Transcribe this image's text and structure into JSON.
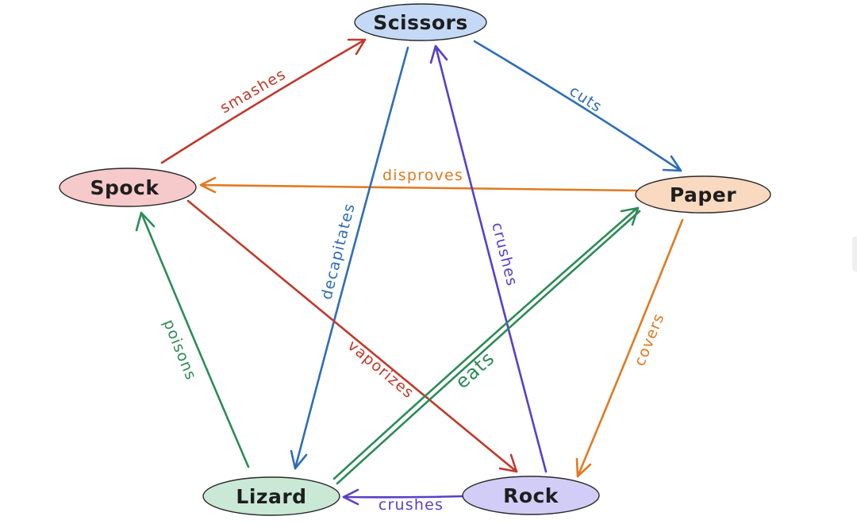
{
  "colors": {
    "red": "#c0392b",
    "blue": "#2f6db5",
    "purple": "#5a3fc8",
    "orange": "#e07a22",
    "green": "#2e8b57",
    "node_scissors": "#c4d9f5",
    "node_paper": "#f9d9bf",
    "node_spock": "#f6caca",
    "node_lizard": "#c9e8d6",
    "node_rock": "#d2cdf7"
  },
  "nodes": {
    "scissors": "Scissors",
    "paper": "Paper",
    "spock": "Spock",
    "lizard": "Lizard",
    "rock": "Rock"
  },
  "edges": {
    "spock_smashes_scissors": "smashes",
    "scissors_cuts_paper": "cuts",
    "paper_disproves_spock": "disproves",
    "scissors_decapitates_lizard": "decapitates",
    "rock_crushes_scissors": "crushes",
    "spock_vaporizes_rock": "vaporizes",
    "lizard_eats_paper": "eats",
    "lizard_poisons_spock": "poisons",
    "paper_covers_rock": "covers",
    "rock_crushes_lizard": "crushes"
  }
}
